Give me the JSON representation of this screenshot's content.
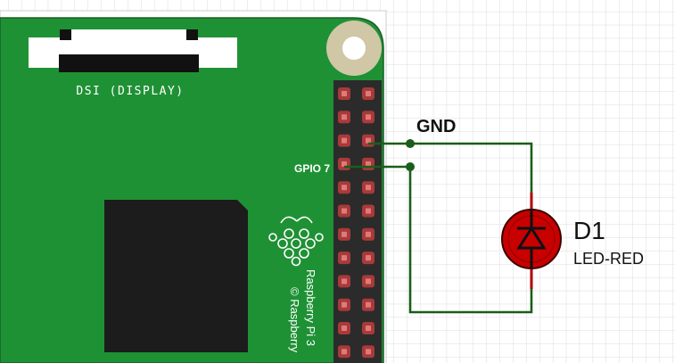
{
  "board": {
    "name_primary": "Raspberry Pi 3",
    "name_secondary": "© Raspberry",
    "dsi_label": "DSI (DISPLAY)",
    "gpio_label": "GPIO 7",
    "board_color": "#1f9135",
    "board_border": "#1a5e27"
  },
  "wires": {
    "gnd_label": "GND",
    "wire_color": "#1a5e1a"
  },
  "component": {
    "designator": "D1",
    "part": "LED-RED",
    "body_color": "#c80000",
    "outline_color": "#3a0000"
  }
}
